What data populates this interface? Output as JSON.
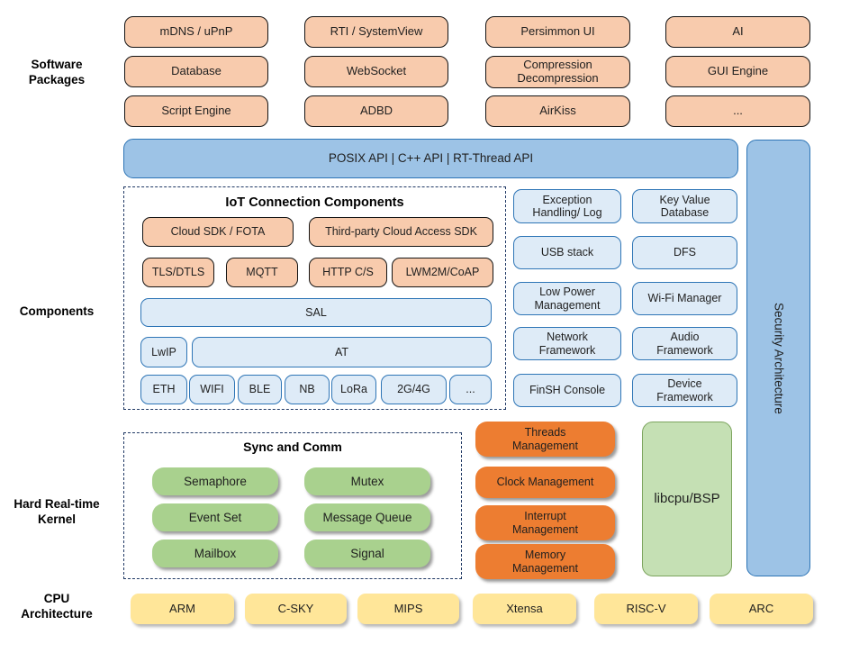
{
  "left_labels": {
    "software_packages": "Software Packages",
    "components": "Components",
    "kernel": "Hard Real-time Kernel",
    "cpu": "CPU Architecture"
  },
  "packages": {
    "rows": [
      [
        "mDNS / uPnP",
        "RTI / SystemView",
        "Persimmon UI",
        "AI"
      ],
      [
        "Database",
        "WebSocket",
        "Compression Decompression",
        "GUI Engine"
      ],
      [
        "Script Engine",
        "ADBD",
        "AirKiss",
        "..."
      ]
    ]
  },
  "api_bar": {
    "label": "POSIX API | C++ API | RT-Thread API"
  },
  "security_bar": {
    "label": "Security Architecture"
  },
  "iot": {
    "title": "IoT Connection Components",
    "cloud_row": [
      "Cloud SDK / FOTA",
      "Third-party Cloud Access SDK"
    ],
    "protocol_row": [
      "TLS/DTLS",
      "MQTT",
      "HTTP C/S",
      "LWM2M/CoAP"
    ],
    "sal": "SAL",
    "lwip": "LwIP",
    "at": "AT",
    "net_row": [
      "ETH",
      "WIFI",
      "BLE",
      "NB",
      "LoRa",
      "2G/4G",
      "..."
    ]
  },
  "components_grid": {
    "rows": [
      [
        "Exception Handling/ Log",
        "Key Value Database"
      ],
      [
        "USB stack",
        "DFS"
      ],
      [
        "Low Power Management",
        "Wi-Fi Manager"
      ],
      [
        "Network Framework",
        "Audio Framework"
      ],
      [
        "FinSH Console",
        "Device Framework"
      ]
    ]
  },
  "kernel": {
    "sync_title": "Sync and Comm",
    "sync_items": [
      "Semaphore",
      "Mutex",
      "Event Set",
      "Message Queue",
      "Mailbox",
      "Signal"
    ],
    "mgmt_items": [
      "Threads Management",
      "Clock Management",
      "Interrupt Management",
      "Memory Management"
    ],
    "libcpu": "libcpu/BSP"
  },
  "cpu_archs": [
    "ARM",
    "C-SKY",
    "MIPS",
    "Xtensa",
    "RISC-V",
    "ARC"
  ],
  "colors": {
    "peach": "#F8CBAD",
    "blue": "#9DC3E6",
    "light_blue": "#DEEBF7",
    "navy_border": "#2E75B6",
    "dash_border": "#1F3864",
    "green": "#A9D18E",
    "orange": "#ED7D31",
    "light_green": "#C5E0B4",
    "yellow": "#FFE699"
  }
}
